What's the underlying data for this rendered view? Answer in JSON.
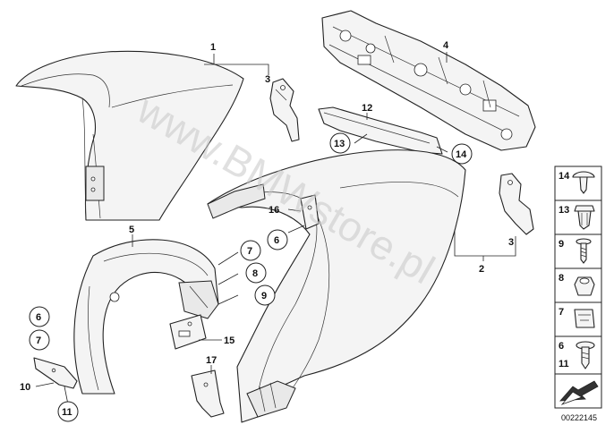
{
  "callouts": {
    "c1": "1",
    "c2": "2",
    "c3a": "3",
    "c3b": "3",
    "c4": "4",
    "c5": "5",
    "c6a": "6",
    "c6b": "6",
    "c7a": "7",
    "c7b": "7",
    "c8": "8",
    "c9": "9",
    "c10": "10",
    "c11": "11",
    "c12": "12",
    "c13": "13",
    "c14": "14",
    "c15": "15",
    "c16": "16",
    "c17": "17"
  },
  "legend": {
    "items": [
      {
        "label": "14",
        "icon": "push-clip-icon"
      },
      {
        "label": "13",
        "icon": "expanding-rivet-icon"
      },
      {
        "label": "9",
        "icon": "screw-icon"
      },
      {
        "label": "8",
        "icon": "hex-nut-icon"
      },
      {
        "label": "7",
        "icon": "spring-nut-icon"
      },
      {
        "label": "6",
        "label2": "11",
        "icon": "flange-screw-icon"
      }
    ],
    "arrow_icon": "direction-arrow-icon"
  },
  "watermark": "www.BMWstore.pl",
  "reference_number": "00222145"
}
